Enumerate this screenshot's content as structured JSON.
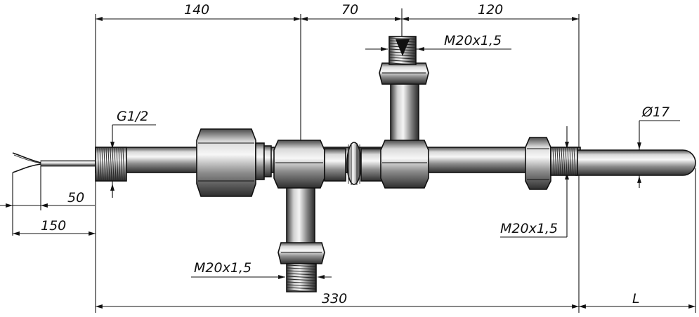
{
  "drawing": {
    "dimensions": {
      "top_left": "140",
      "top_mid": "70",
      "top_right": "120",
      "bottom_total": "330",
      "bottom_L": "L",
      "cable_50": "50",
      "cable_150": "150"
    },
    "callouts": {
      "top_thread": "M20x1,5",
      "left_thread": "G1/2",
      "diameter": "Ø17",
      "right_thread": "M20x1,5",
      "bottom_thread": "M20x1,5"
    }
  }
}
